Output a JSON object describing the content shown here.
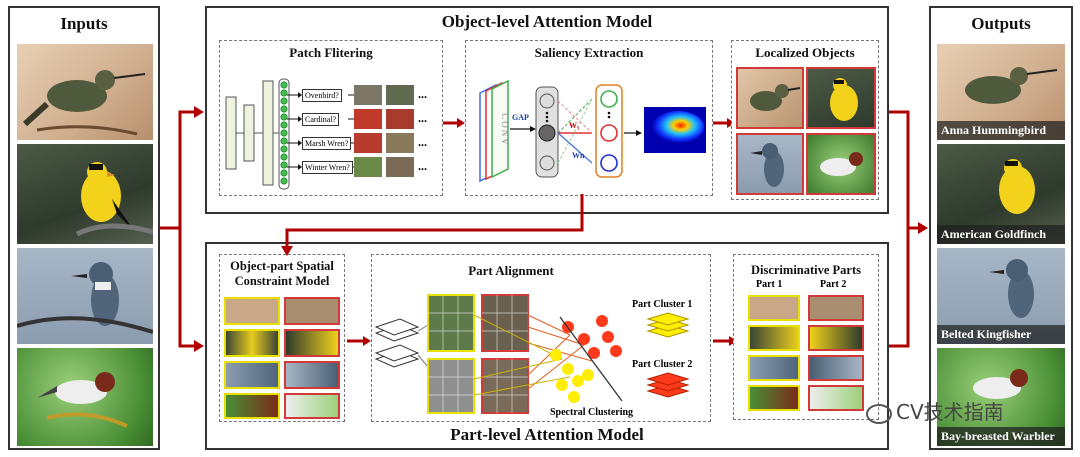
{
  "inputs": {
    "title": "Inputs"
  },
  "outputs": {
    "title": "Outputs",
    "labels": [
      "Anna Hummingbird",
      "American Goldfinch",
      "Belted Kingfisher",
      "Bay-breasted Warbler"
    ]
  },
  "object_model": {
    "title": "Object-level Attention Model",
    "patch": {
      "title": "Patch Flitering",
      "questions": [
        "Ovenbird?",
        "Cardinal?",
        "Marsh Wren?",
        "Winter Wren?"
      ],
      "ellipsis": "..."
    },
    "saliency": {
      "title": "Saliency Extraction",
      "conv": "CONV",
      "gap": "GAP",
      "w1": "W₁",
      "wn": "Wn"
    },
    "localized": {
      "title": "Localized Objects"
    }
  },
  "part_model": {
    "title": "Part-level Attention Model",
    "spatial": {
      "title_line1": "Object-part Spatial",
      "title_line2": "Constraint Model"
    },
    "alignment": {
      "title": "Part Alignment",
      "cluster1": "Part Cluster 1",
      "cluster2": "Part Cluster 2",
      "spectral": "Spectral Clustering"
    },
    "discriminative": {
      "title": "Discriminative Parts",
      "part1": "Part 1",
      "part2": "Part 2"
    }
  },
  "watermark": {
    "text": "CV技术指南",
    "sub": "Bay-breasted Warbler"
  },
  "colors": {
    "arrow": "#b00000",
    "red_frame": "#d23a3a",
    "yellow_frame": "#e8e000",
    "green_node": "#3fbf4f"
  }
}
